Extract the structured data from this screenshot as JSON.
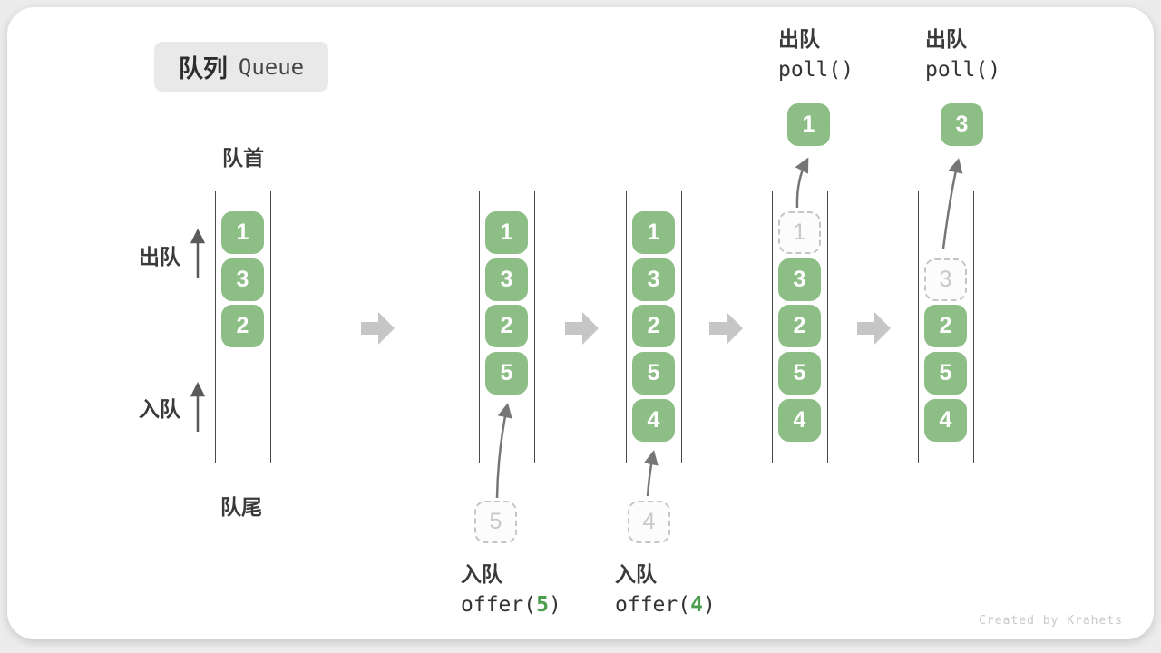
{
  "title": {
    "zh": "队列",
    "en": "Queue"
  },
  "side_labels": {
    "front": "队首",
    "rear": "队尾",
    "dequeue": "出队",
    "enqueue": "入队"
  },
  "states": {
    "s1": {
      "items": [
        "1",
        "3",
        "2"
      ]
    },
    "s2": {
      "items": [
        "1",
        "3",
        "2",
        "5"
      ],
      "incoming": "5"
    },
    "s3": {
      "items": [
        "1",
        "3",
        "2",
        "5",
        "4"
      ],
      "incoming": "4"
    },
    "s4": {
      "items": [
        "3",
        "2",
        "5",
        "4"
      ],
      "removed": "1",
      "polled": "1"
    },
    "s5": {
      "items": [
        "2",
        "5",
        "4"
      ],
      "removed": "3",
      "polled": "3"
    }
  },
  "operations": {
    "enqueue5": {
      "label": "入队",
      "code_pre": "offer(",
      "arg": "5",
      "code_post": ")"
    },
    "enqueue4": {
      "label": "入队",
      "code_pre": "offer(",
      "arg": "4",
      "code_post": ")"
    },
    "poll1": {
      "label": "出队",
      "code": "poll()"
    },
    "poll2": {
      "label": "出队",
      "code": "poll()"
    }
  },
  "watermark": "Created by Krahets",
  "colors": {
    "box_green": "#8dbe86",
    "accent_green": "#4b9e4d",
    "block_arrow_gray": "#c6c6c6",
    "column_line": "#494949",
    "label_text": "#3a3a3a",
    "ghost_border": "#c5c5c5",
    "ghost_text": "#c8c8c8",
    "title_bg": "#e9e9e9",
    "watermark_gray": "#c9c9c9"
  }
}
